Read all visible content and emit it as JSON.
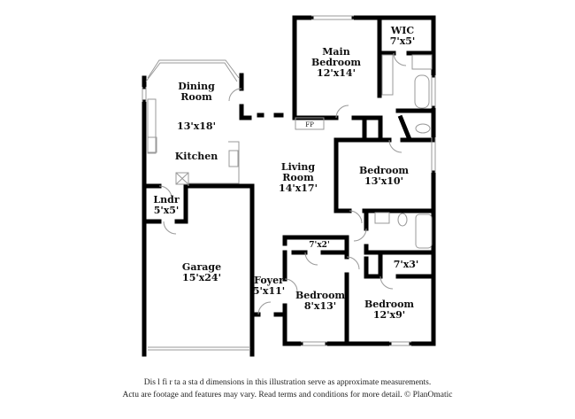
{
  "rooms": {
    "wic": {
      "name": "WIC",
      "dims": "7'x5'"
    },
    "main_bedroom": {
      "name1": "Main",
      "name2": "Bedroom",
      "dims": "12'x14'"
    },
    "dining": {
      "name1": "Dining",
      "name2": "Room",
      "dims": "13'x18'"
    },
    "kitchen": {
      "name": "Kitchen"
    },
    "fireplace": {
      "name": "FP"
    },
    "living": {
      "name1": "Living",
      "name2": "Room",
      "dims": "14'x17'"
    },
    "bedroom2": {
      "name": "Bedroom",
      "dims": "13'x10'"
    },
    "laundry": {
      "name": "Lndr",
      "dims": "5'x5'"
    },
    "closet1": {
      "dims": "7'x2'"
    },
    "closet2": {
      "dims": "7'x3'"
    },
    "garage": {
      "name": "Garage",
      "dims": "15'x24'"
    },
    "foyer": {
      "name": "Foyer",
      "dims": "5'x11'"
    },
    "bedroom3": {
      "name": "Bedroom",
      "dims": "8'x13'"
    },
    "bedroom4": {
      "name": "Bedroom",
      "dims": "12'x9'"
    }
  },
  "disclaimer": {
    "line1": "Dis          l  fi   r  ta  a   sta  d dimensions in this illustration serve as approximate measurements.",
    "line2": "Actu         are footage and features may vary. Read terms and conditions for more detail. © PlanOmatic"
  },
  "colors": {
    "wall": "#000000",
    "window": "#cccccc"
  }
}
